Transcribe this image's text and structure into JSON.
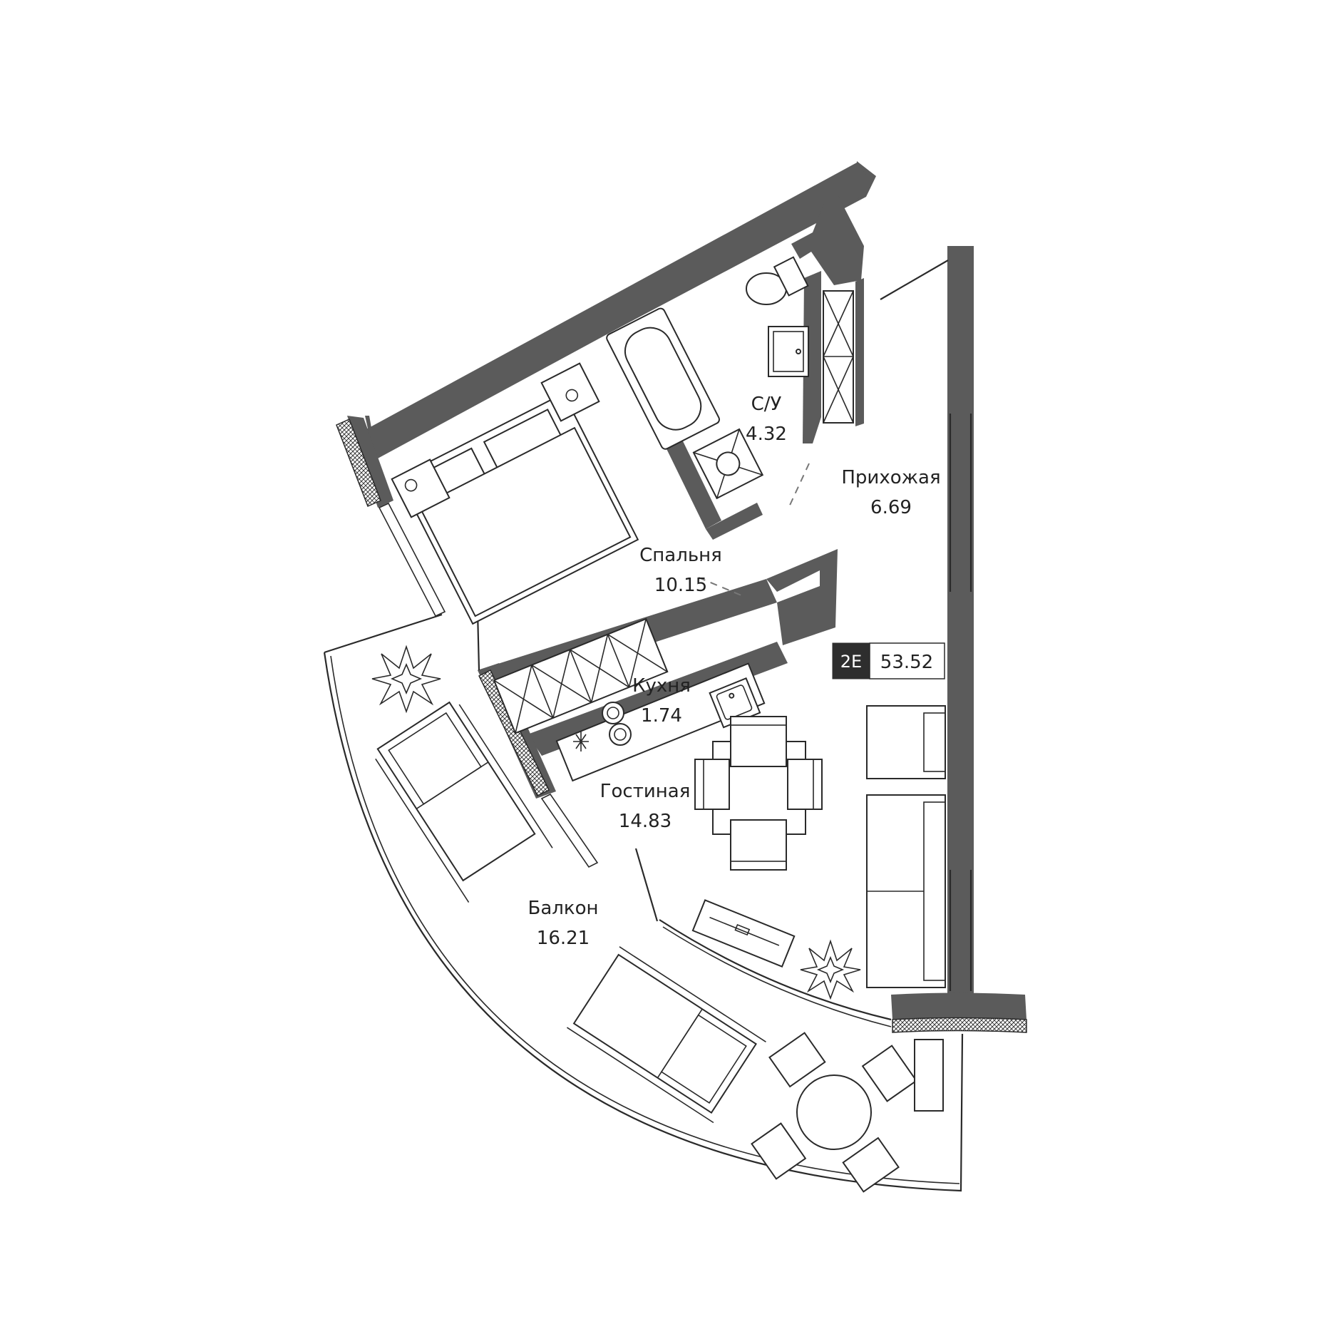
{
  "apartment": {
    "code": "2E",
    "total_area": "53.52"
  },
  "rooms": [
    {
      "id": "bathroom",
      "name": "С/У",
      "area": "4.32"
    },
    {
      "id": "hallway",
      "name": "Прихожая",
      "area": "6.69"
    },
    {
      "id": "bedroom",
      "name": "Спальня",
      "area": "10.15"
    },
    {
      "id": "kitchen",
      "name": "Кухня",
      "area": "1.74"
    },
    {
      "id": "living",
      "name": "Гостиная",
      "area": "14.83"
    },
    {
      "id": "balcony",
      "name": "Балкон",
      "area": "16.21"
    }
  ],
  "colors": {
    "wall": "#5b5b5b",
    "badge": "#2e2e2e",
    "line": "#2a2a2a"
  }
}
